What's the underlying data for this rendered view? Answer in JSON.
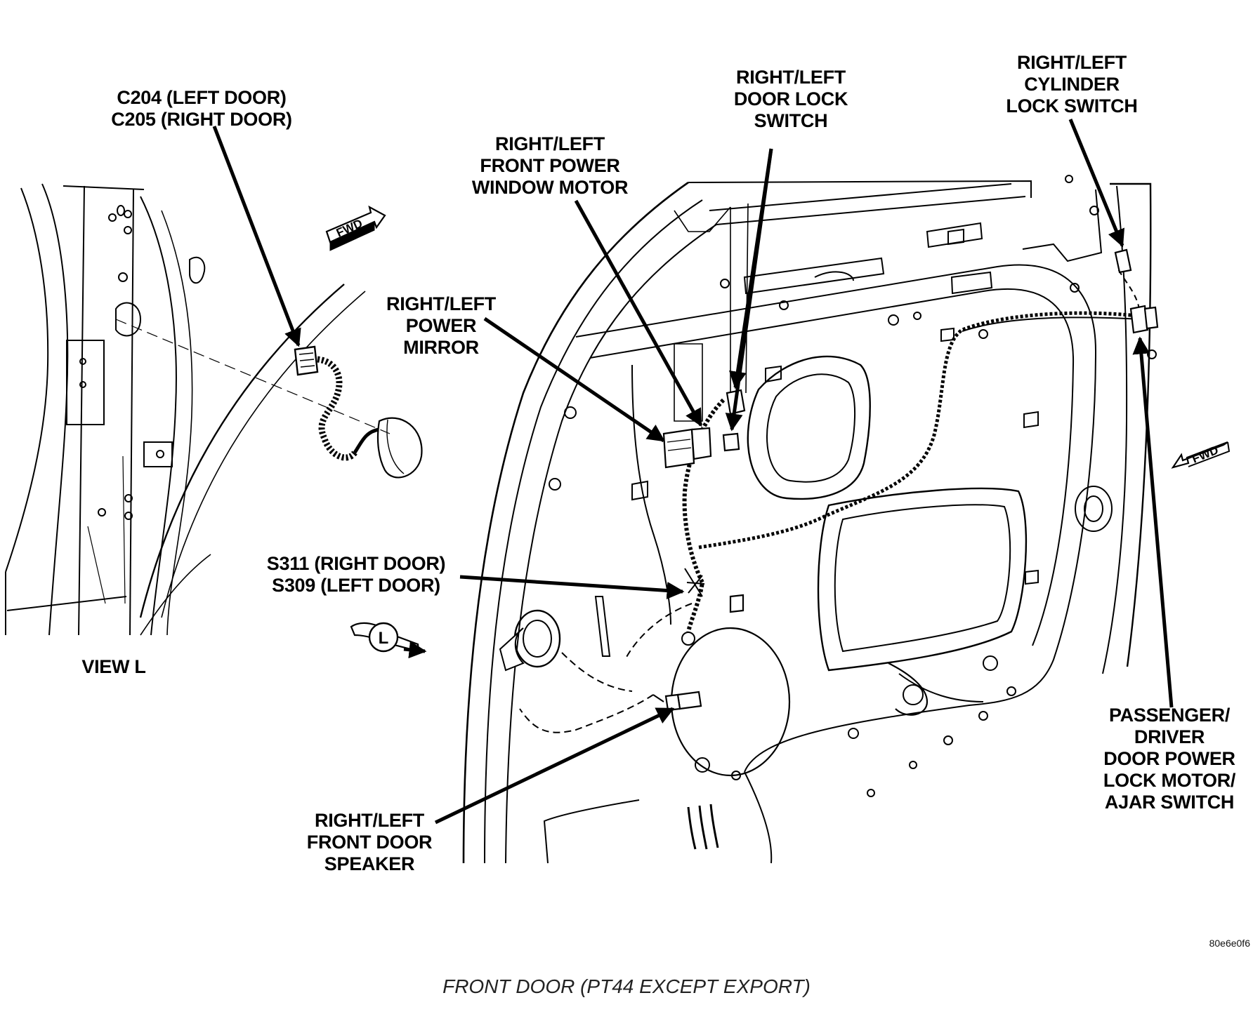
{
  "labels": {
    "c204": [
      "C204 (LEFT DOOR)",
      "C205 (RIGHT DOOR)"
    ],
    "window_motor": [
      "RIGHT/LEFT",
      "FRONT POWER",
      "WINDOW MOTOR"
    ],
    "door_lock_switch": [
      "RIGHT/LEFT",
      "DOOR LOCK",
      "SWITCH"
    ],
    "cylinder_lock": [
      "RIGHT/LEFT",
      "CYLINDER",
      "LOCK SWITCH"
    ],
    "power_mirror": [
      "RIGHT/LEFT",
      "POWER",
      "MIRROR"
    ],
    "splice": [
      "S311 (RIGHT DOOR)",
      "S309 (LEFT DOOR)"
    ],
    "view_l": "VIEW L",
    "speaker": [
      "RIGHT/LEFT",
      "FRONT DOOR",
      "SPEAKER"
    ],
    "lock_motor": [
      "PASSENGER/",
      "DRIVER",
      "DOOR POWER",
      "LOCK MOTOR/",
      "AJAR SWITCH"
    ]
  },
  "markers": {
    "fwd": "FWD",
    "view_letter": "L"
  },
  "figure_id": "80e6e0f6",
  "caption": "FRONT DOOR (PT44 EXCEPT EXPORT)"
}
